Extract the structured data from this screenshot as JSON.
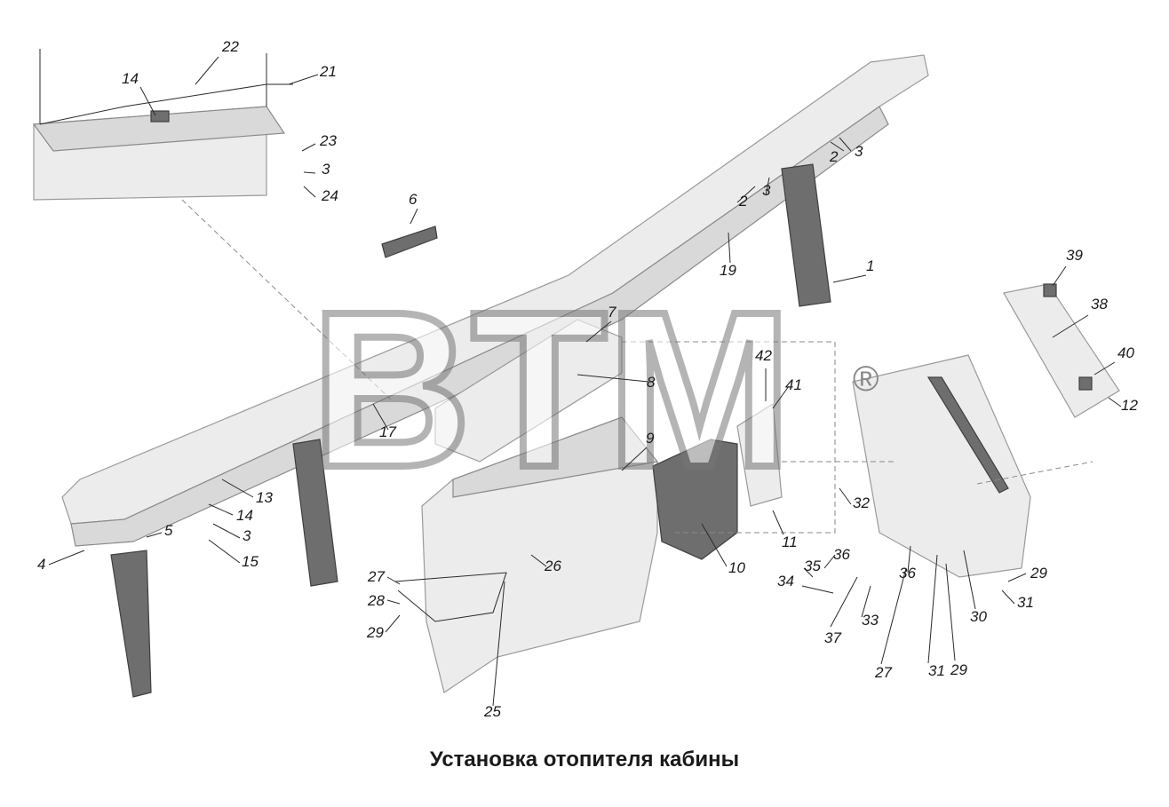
{
  "title": "Установка отопителя кабины",
  "watermark": "BTM",
  "watermark_mark": "®",
  "callouts": [
    "22",
    "21",
    "14",
    "23",
    "3",
    "24",
    "3",
    "2",
    "2",
    "3",
    "6",
    "19",
    "1",
    "39",
    "38",
    "7",
    "40",
    "8",
    "42",
    "41",
    "12",
    "17",
    "9",
    "13",
    "14",
    "5",
    "3",
    "32",
    "4",
    "15",
    "11",
    "10",
    "36",
    "35",
    "26",
    "36",
    "29",
    "34",
    "27",
    "28",
    "31",
    "33",
    "30",
    "29",
    "37",
    "27",
    "31",
    "29",
    "25"
  ]
}
